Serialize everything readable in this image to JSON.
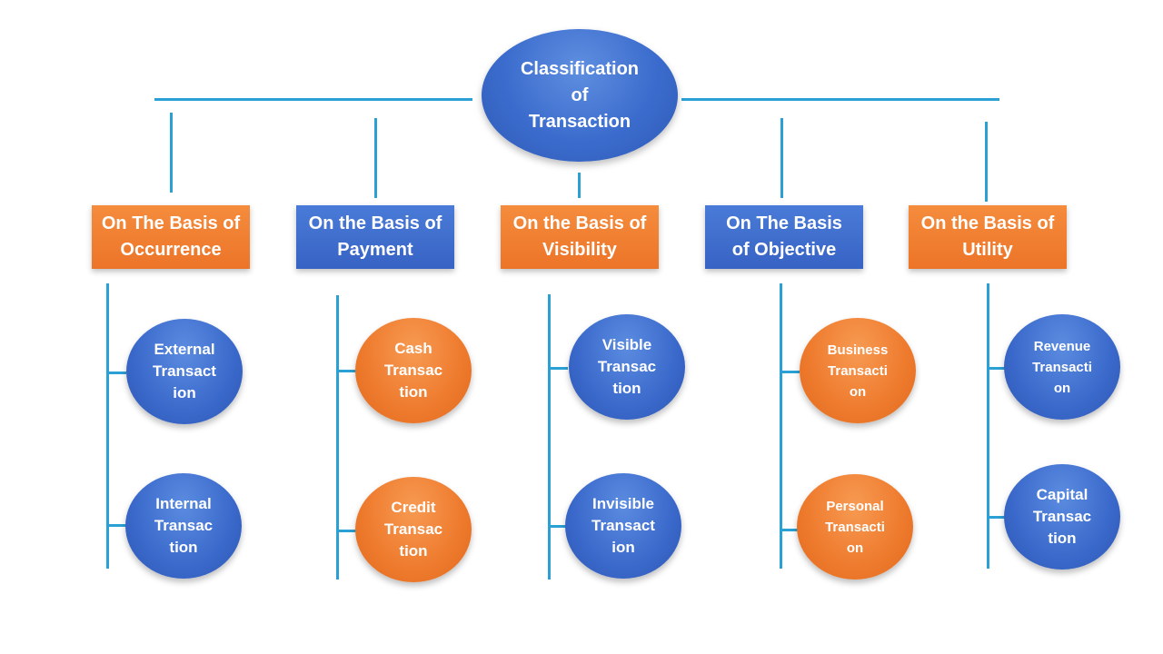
{
  "root": {
    "lines": [
      "Classification",
      "of",
      "Transaction"
    ]
  },
  "categories": [
    {
      "lines": [
        "On The Basis of",
        "Occurrence"
      ],
      "color": "orange",
      "items": [
        {
          "lines": [
            "External",
            "Transact",
            "ion"
          ],
          "color": "blue"
        },
        {
          "lines": [
            "Internal",
            "Transac",
            "tion"
          ],
          "color": "blue"
        }
      ]
    },
    {
      "lines": [
        "On the Basis of",
        "Payment"
      ],
      "color": "blue",
      "items": [
        {
          "lines": [
            "Cash",
            "Transac",
            "tion"
          ],
          "color": "orange"
        },
        {
          "lines": [
            "Credit",
            "Transac",
            "tion"
          ],
          "color": "orange"
        }
      ]
    },
    {
      "lines": [
        "On the Basis of",
        "Visibility"
      ],
      "color": "orange",
      "items": [
        {
          "lines": [
            "Visible",
            "Transac",
            "tion"
          ],
          "color": "blue"
        },
        {
          "lines": [
            "Invisible",
            "Transact",
            "ion"
          ],
          "color": "blue"
        }
      ]
    },
    {
      "lines": [
        "On The Basis",
        "of Objective"
      ],
      "color": "blue",
      "items": [
        {
          "lines": [
            "Business",
            "Transacti",
            "on"
          ],
          "color": "orange"
        },
        {
          "lines": [
            "Personal",
            "Transacti",
            "on"
          ],
          "color": "orange"
        }
      ]
    },
    {
      "lines": [
        "On the Basis of",
        "Utility"
      ],
      "color": "orange",
      "items": [
        {
          "lines": [
            "Revenue",
            "Transacti",
            "on"
          ],
          "color": "blue"
        },
        {
          "lines": [
            "Capital",
            "Transac",
            "tion"
          ],
          "color": "blue"
        }
      ]
    }
  ],
  "colors": {
    "orange": "#ee7a2d",
    "blue": "#3a69cb",
    "connector": "#2aa0d4"
  }
}
